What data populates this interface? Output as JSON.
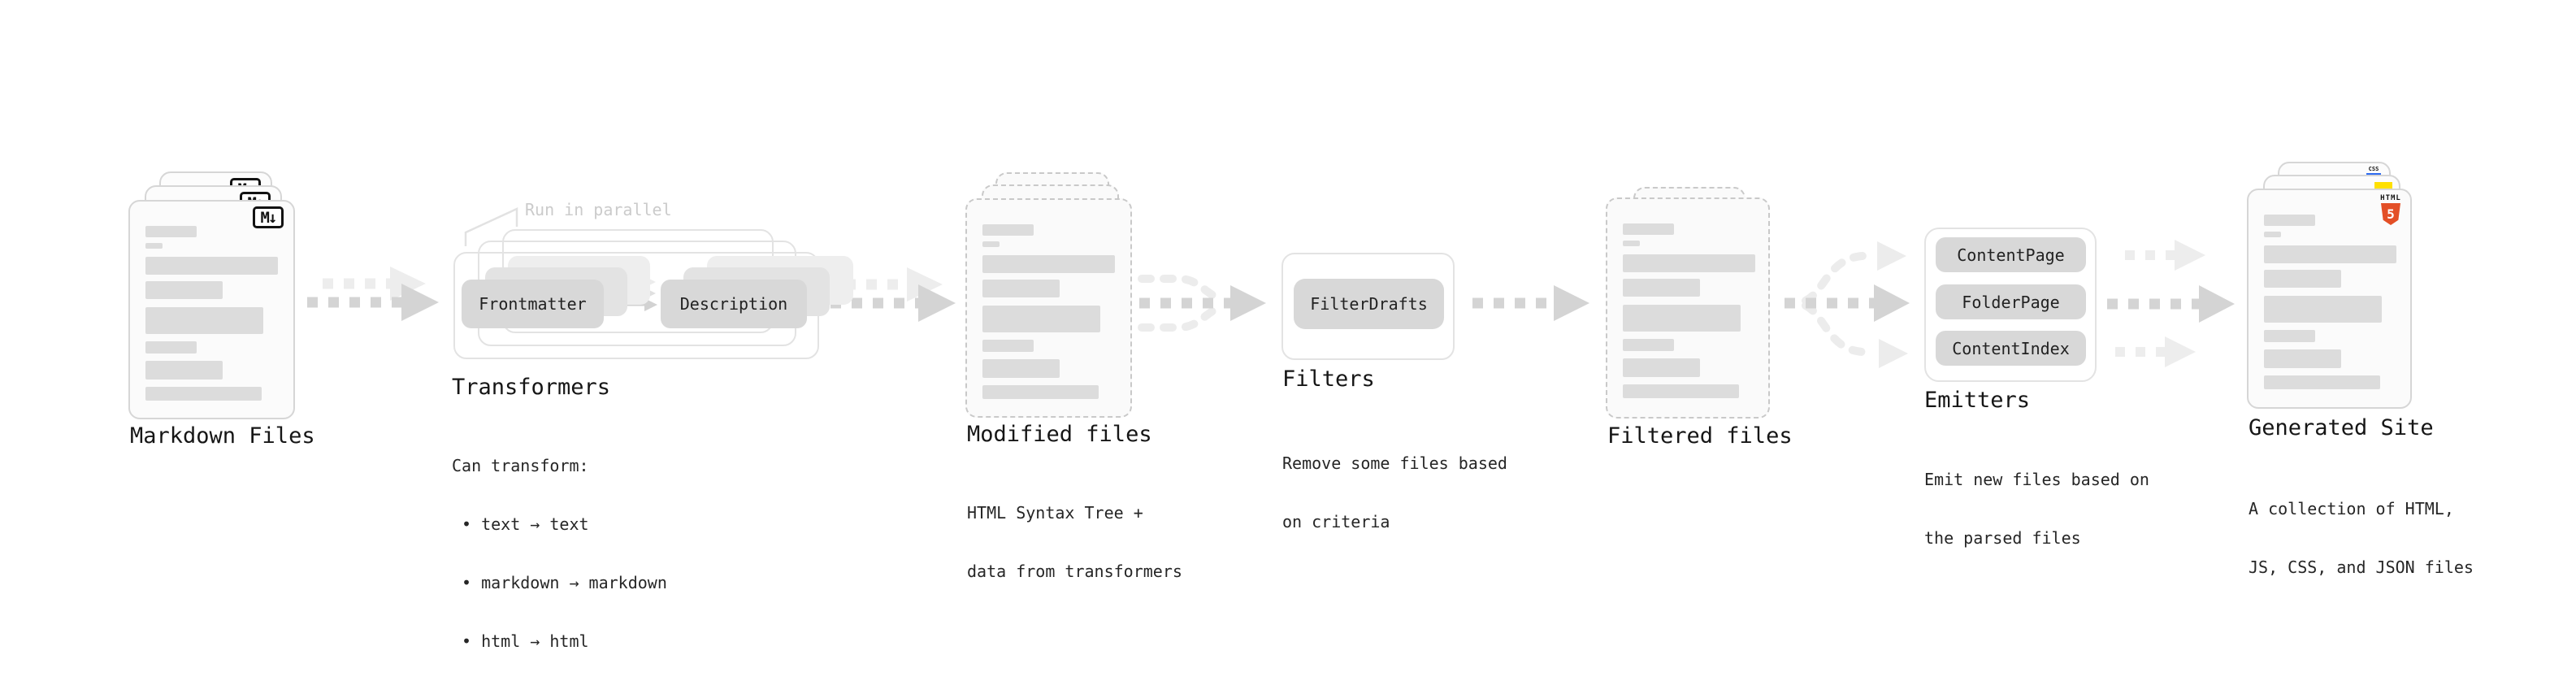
{
  "diagram": {
    "stages": [
      {
        "key": "markdown_files",
        "label": "Markdown Files"
      },
      {
        "key": "transformers",
        "label": "Transformers",
        "callout": "Run in parallel",
        "button_left": "Frontmatter",
        "button_right": "Description",
        "caption_heading": "Can transform:",
        "bullets": [
          "• text → text",
          "• markdown → markdown",
          "• html → html"
        ]
      },
      {
        "key": "modified_files",
        "label": "Modified files",
        "caption_lines": [
          "HTML Syntax Tree +",
          "data from transformers"
        ]
      },
      {
        "key": "filters",
        "label": "Filters",
        "button": "FilterDrafts",
        "caption_lines": [
          "Remove some files based",
          "on criteria"
        ]
      },
      {
        "key": "filtered_files",
        "label": "Filtered files"
      },
      {
        "key": "emitters",
        "label": "Emitters",
        "buttons": [
          "ContentPage",
          "FolderPage",
          "ContentIndex"
        ],
        "caption_lines": [
          "Emit new files based on",
          "the parsed files"
        ]
      },
      {
        "key": "generated_site",
        "label": "Generated Site",
        "caption_lines": [
          "A collection of HTML,",
          "JS, CSS, and JSON files"
        ]
      }
    ],
    "icons": {
      "markdown_badge": "M↓",
      "html5_badge_top": "HTML",
      "html5_badge_number": "5",
      "css_badge": "CSS"
    },
    "colors": {
      "background": "#ffffff",
      "card_border": "#d6d6d6",
      "dashed_border": "#c9c9c9",
      "placeholder_line": "#dcdcdc",
      "button_fill": "#d8d8d8",
      "box_border": "#e3e3e3",
      "arrow_dark": "#d4d4d4",
      "arrow_light": "#ededed",
      "callout_text": "#cbcbcb",
      "title_text": "#161616",
      "caption_text": "#262626",
      "html5_orange": "#e34f26",
      "js_yellow": "#ffe000",
      "css_blue": "#2d6bf0"
    }
  }
}
